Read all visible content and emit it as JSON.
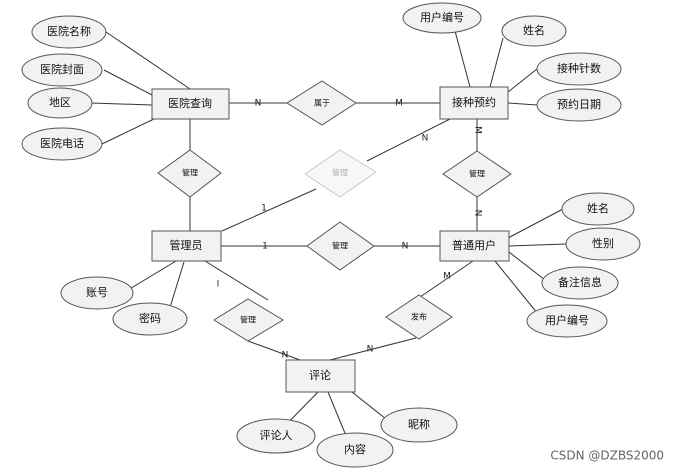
{
  "entities": {
    "hospital": "医院查询",
    "vaccination": "接种预约",
    "admin": "管理员",
    "user": "普通用户",
    "comment": "评论"
  },
  "attributes": {
    "hospital_name": "医院名称",
    "hospital_cover": "医院封面",
    "region": "地区",
    "hospital_phone": "医院电话",
    "vacc_user_no": "用户编号",
    "vacc_name": "姓名",
    "vacc_count": "接种针数",
    "vacc_date": "预约日期",
    "user_name": "姓名",
    "user_gender": "性别",
    "user_note": "备注信息",
    "user_no": "用户编号",
    "admin_account": "账号",
    "admin_password": "密码",
    "comment_author": "评论人",
    "comment_content": "内容",
    "comment_nickname": "昵称"
  },
  "relationships": {
    "belongs": "属于",
    "manage_hospital": "管理",
    "manage_vacc": "管理",
    "manage_vacc_user": "管理",
    "manage_user": "管理",
    "manage_comment": "管理",
    "publish": "发布"
  },
  "cardinalities": {
    "hosp_belongs": "N",
    "vacc_belongs": "M",
    "vacc_top_manage": "N",
    "admin_manage_vacc": "1",
    "vacc_bottom": "M",
    "user_top": "N",
    "admin_user": "1",
    "user_admin": "N",
    "admin_comment": "I",
    "comment_left": "N",
    "comment_right": "N",
    "user_publish": "M"
  },
  "watermark": "CSDN @DZBS2000"
}
